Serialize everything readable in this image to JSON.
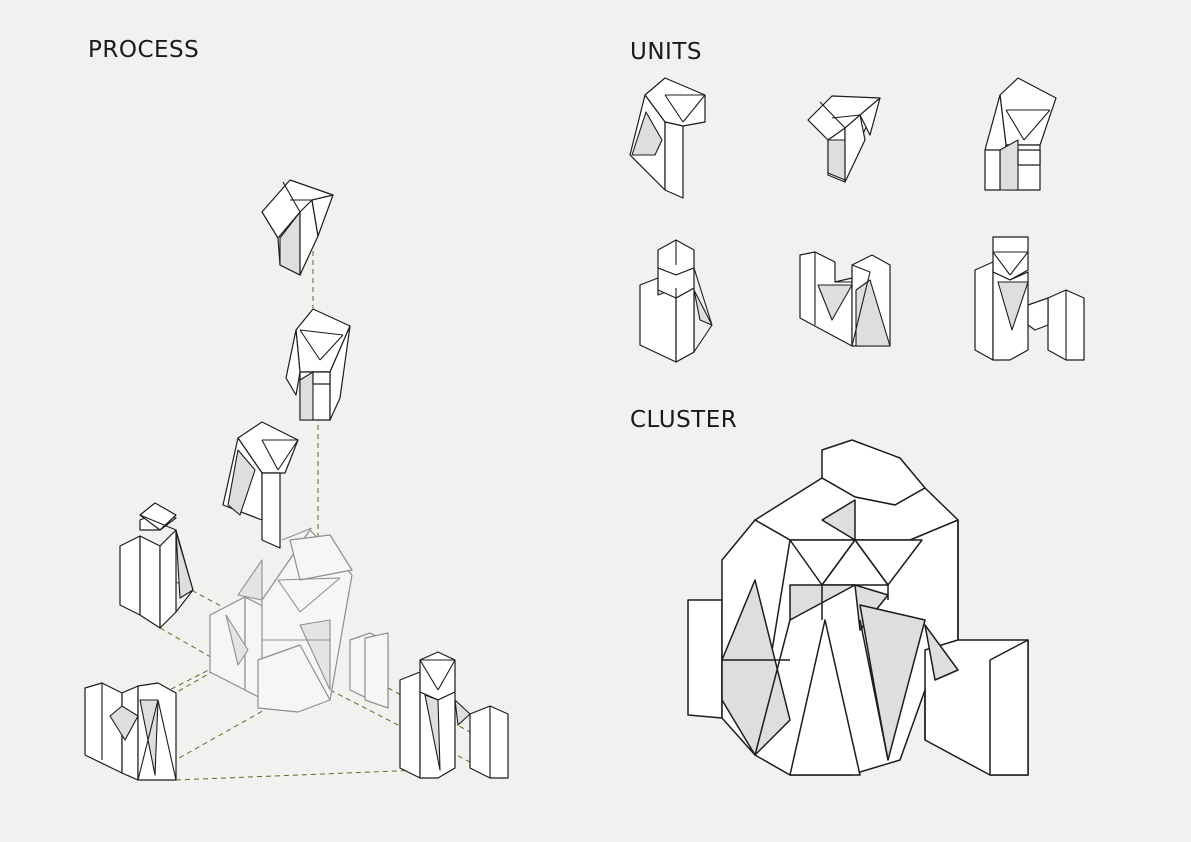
{
  "headings": {
    "process": "PROCESS",
    "units": "UNITS",
    "cluster": "CLUSTER"
  },
  "colors": {
    "paper": "#f1f1ef",
    "line": "#1c1c1c",
    "shade": "#dedede",
    "guide": "#6b6520"
  }
}
